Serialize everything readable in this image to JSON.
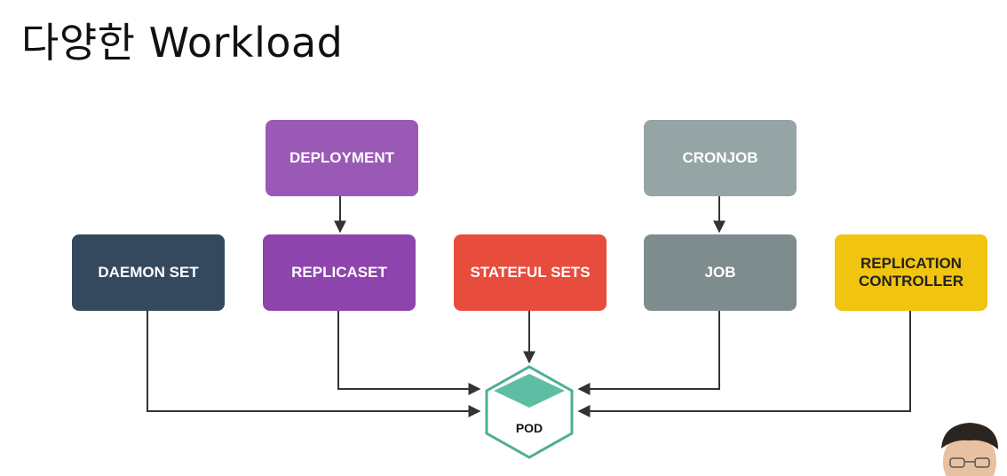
{
  "title": "다양한 Workload",
  "nodes": {
    "deployment": "DEPLOYMENT",
    "cronjob": "CRONJOB",
    "daemon_set": "DAEMON SET",
    "replicaset": "REPLICASET",
    "stateful_sets": "STATEFUL SETS",
    "job": "JOB",
    "replication_controller": "REPLICATION\nCONTROLLER",
    "pod": "POD"
  },
  "colors": {
    "deployment": "#9b59b6",
    "cronjob": "#95a5a6",
    "daemon_set": "#34495e",
    "replicaset": "#8e44ad",
    "stateful_sets": "#e74c3c",
    "job": "#7f8c8d",
    "replication_controller": "#f1c40f",
    "pod": "#5dbea3"
  }
}
